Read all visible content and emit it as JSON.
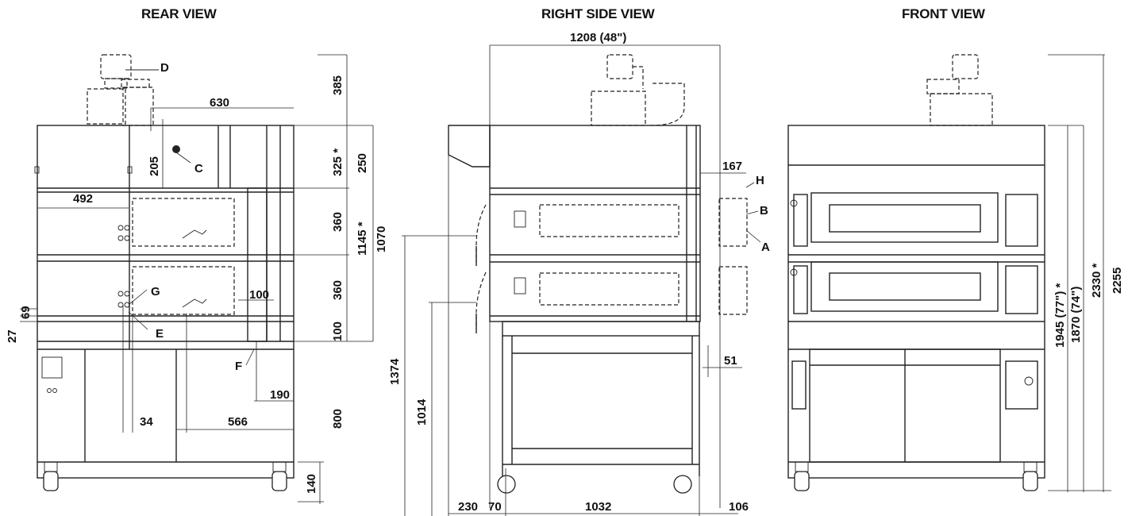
{
  "views": {
    "rear": "REAR VIEW",
    "side": "RIGHT SIDE VIEW",
    "front": "FRONT VIEW"
  },
  "rear_dims": {
    "d385": "385",
    "d630": "630",
    "d325": "325 *",
    "d250": "250",
    "d205": "205",
    "d492": "492",
    "d360a": "360",
    "d1145": "1145 *",
    "d1070": "1070",
    "d360b": "360",
    "d100a": "100",
    "d100b": "100",
    "d69": "69",
    "d27": "27",
    "d190": "190",
    "d34": "34",
    "d566": "566",
    "d800": "800",
    "d140": "140"
  },
  "rear_labels": {
    "D": "D",
    "C": "C",
    "G": "G",
    "E": "E",
    "F": "F"
  },
  "side_dims": {
    "d1208": "1208 (48\")",
    "d167": "167",
    "d1374": "1374",
    "d1014": "1014",
    "d51": "51",
    "d230": "230",
    "d70": "70",
    "d1032": "1032",
    "d106": "106"
  },
  "side_labels": {
    "H": "H",
    "B": "B",
    "A": "A"
  },
  "front_dims": {
    "d1945": "1945 (77\") *",
    "d1870": "1870 (74\")",
    "d2330": "2330 *",
    "d2255": "2255"
  }
}
